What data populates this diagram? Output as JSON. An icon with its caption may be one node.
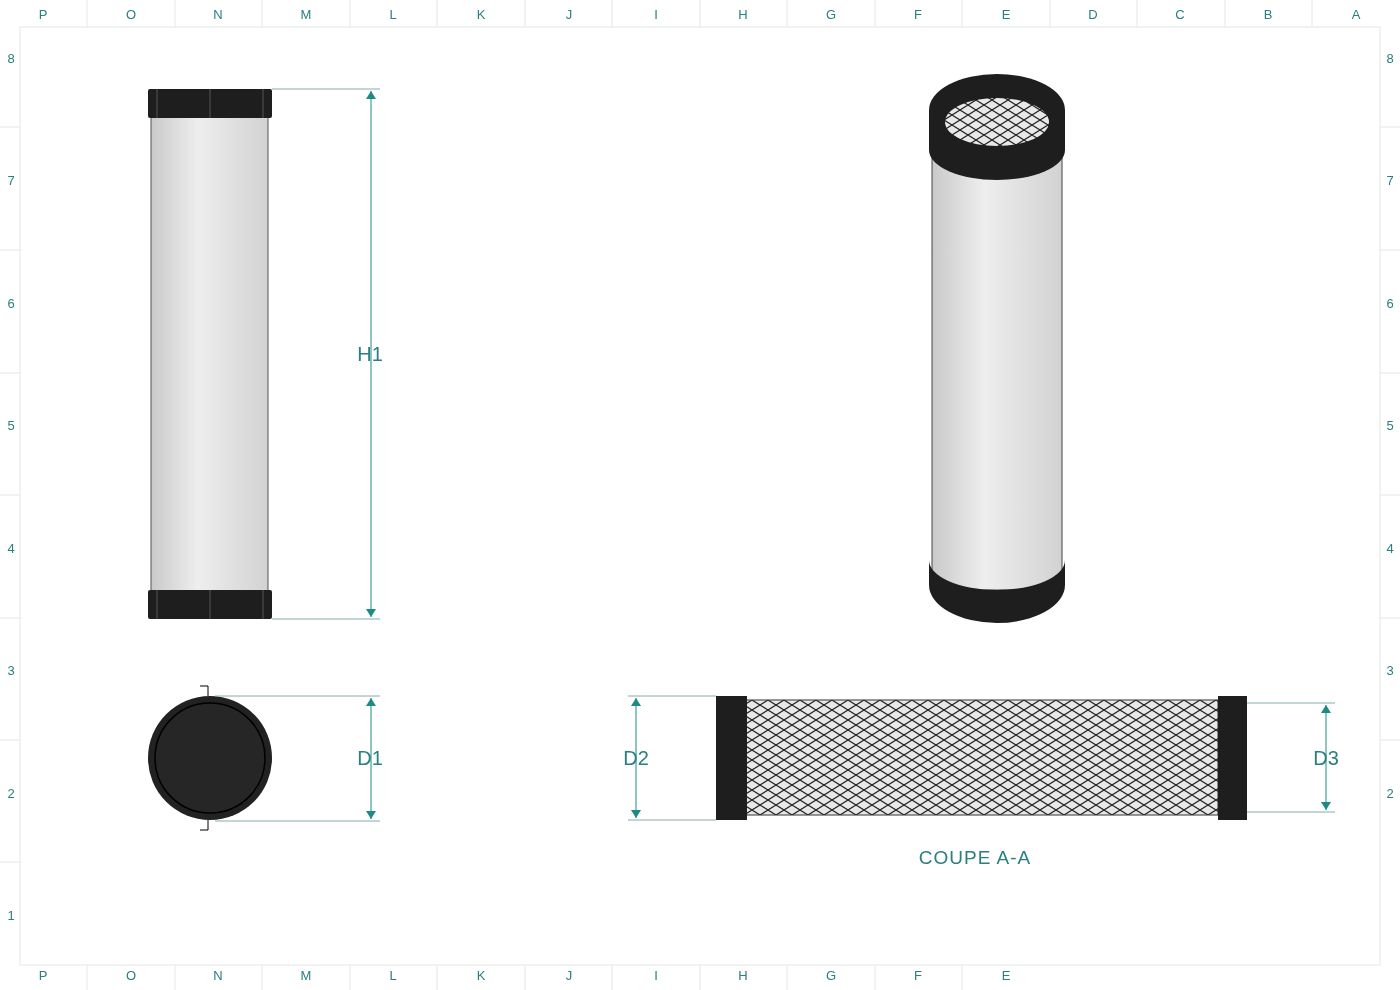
{
  "diagram": {
    "labels": [
      "P",
      "O",
      "N",
      "M",
      "L",
      "K",
      "J",
      "I",
      "H",
      "G",
      "F",
      "E",
      "D",
      "C",
      "B",
      "A",
      "8",
      "8",
      "7",
      "7",
      "6",
      "6",
      "5",
      "5",
      "4",
      "4",
      "3",
      "3",
      "2",
      "2",
      "1",
      "H1",
      "D1",
      "D2",
      "D3",
      "COUPE A-A",
      "P",
      "O",
      "N",
      "M",
      "L",
      "K",
      "J",
      "I",
      "H",
      "G",
      "F",
      "E"
    ]
  }
}
